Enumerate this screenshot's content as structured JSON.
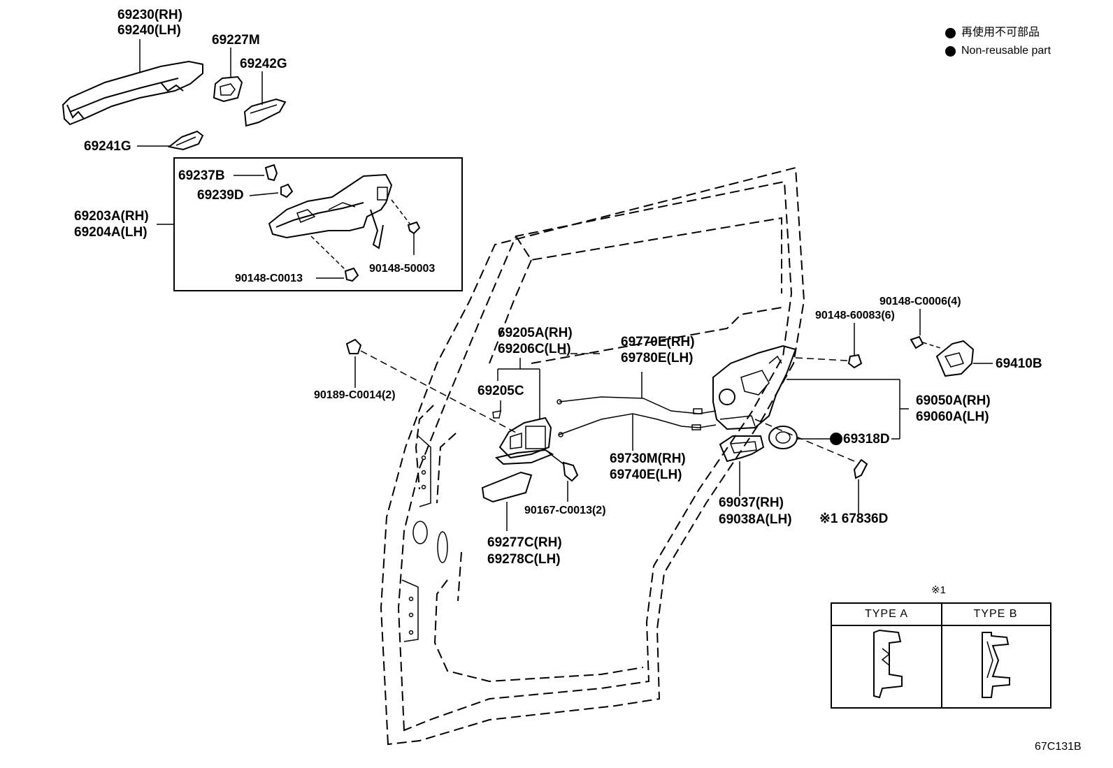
{
  "legend": {
    "items": [
      {
        "icon": "filled-circle-icon",
        "text": "再使用不可部品"
      },
      {
        "icon": "filled-circle-icon",
        "text": "Non-reusable part"
      }
    ]
  },
  "parts": {
    "p69230": "69230(RH)",
    "p69240": "69240(LH)",
    "p69227": "69227M",
    "p69242": "69242G",
    "p69241": "69241G",
    "p69237": "69237B",
    "p69239": "69239D",
    "p69203": "69203A(RH)",
    "p69204": "69204A(LH)",
    "p90148_c0013": "90148-C0013",
    "p90148_50003": "90148-50003",
    "p90189": "90189-C0014(2)",
    "p69205a": "69205A(RH)",
    "p69206c": "69206C(LH)",
    "p69205c": "69205C",
    "p69770": "69770E(RH)",
    "p69780": "69780E(LH)",
    "p69730": "69730M(RH)",
    "p69740": "69740E(LH)",
    "p90167": "90167-C0013(2)",
    "p69277": "69277C(RH)",
    "p69278": "69278C(LH)",
    "p90148_60083": "90148-60083(6)",
    "p90148_c0006": "90148-C0006(4)",
    "p69410": "69410B",
    "p69050": "69050A(RH)",
    "p69060": "69060A(LH)",
    "p69318": "69318D",
    "p69037": "69037(RH)",
    "p69038": "69038A(LH)",
    "p67836": "※1 67836D"
  },
  "type_table": {
    "marker": "※1",
    "type_a": "TYPE A",
    "type_b": "TYPE B"
  },
  "figure_code": "67C131B"
}
